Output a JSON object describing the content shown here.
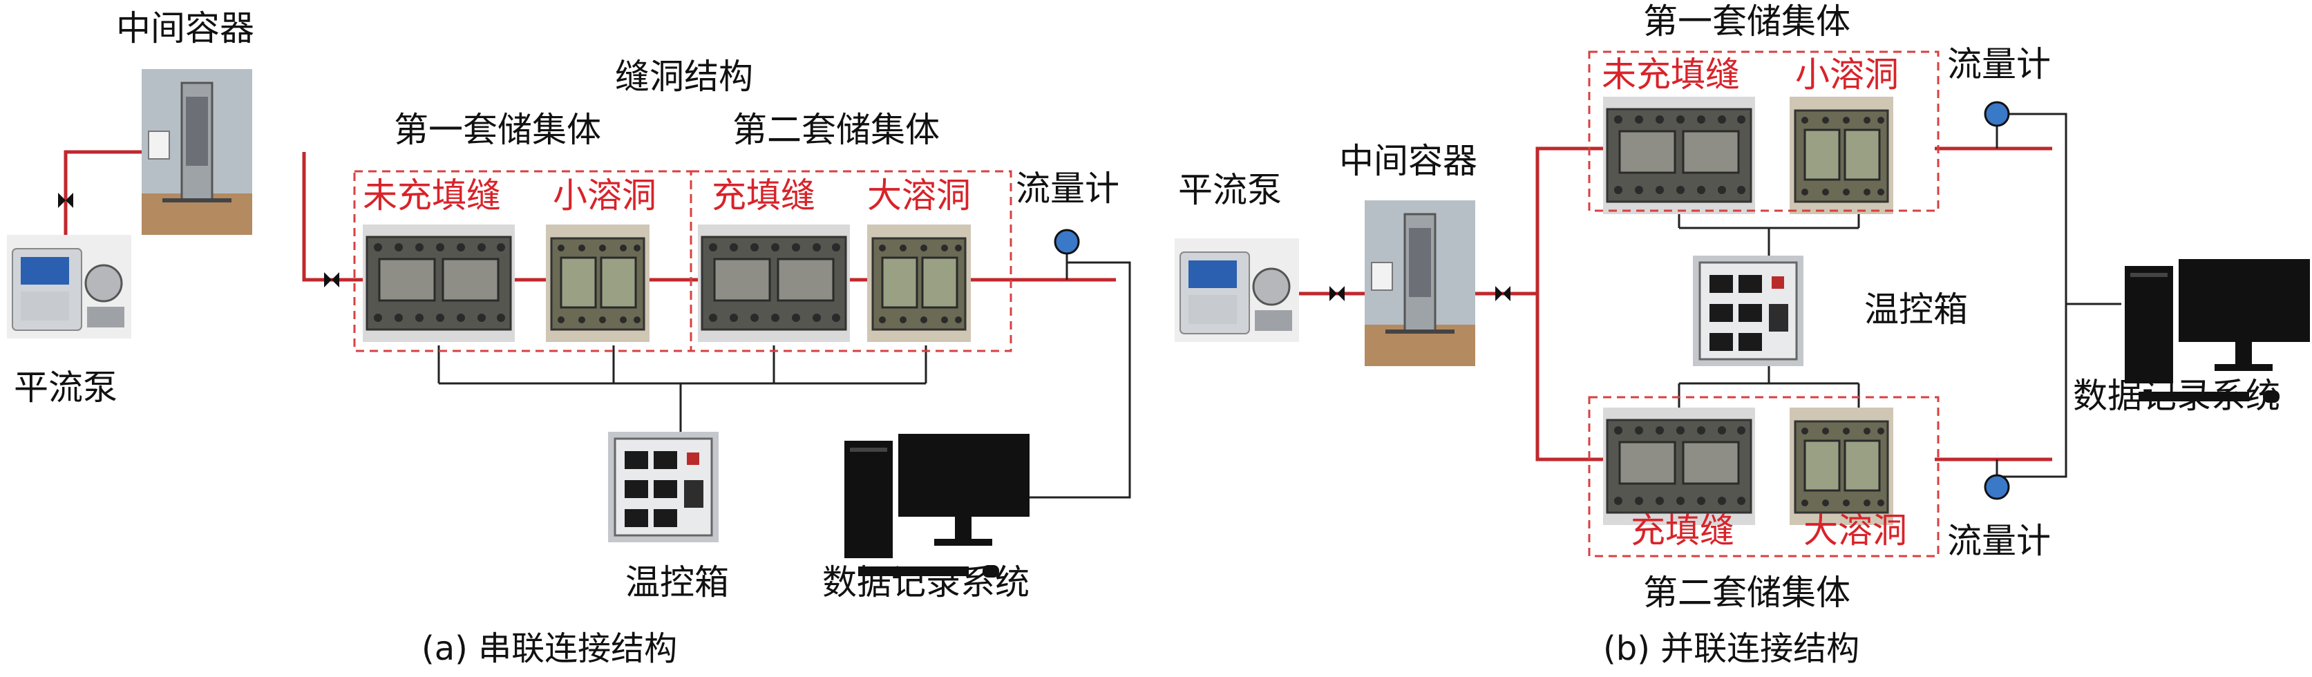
{
  "colors": {
    "pipe": "#c0282d",
    "wire": "#222222",
    "dashed_box": "#d84040",
    "red_text": "#d8232a",
    "flowmeter": "#3a78c8"
  },
  "panel_a": {
    "caption": "(a) 串联连接结构",
    "intermediate_container": "中间容器",
    "pump": "平流泵",
    "structure": "缝洞结构",
    "set1": "第一套储集体",
    "set2": "第二套储集体",
    "unfilled_fracture": "未充填缝",
    "small_cave": "小溶洞",
    "filled_fracture": "充填缝",
    "large_cave": "大溶洞",
    "flowmeter": "流量计",
    "temp_box": "温控箱",
    "data_system": "数据记录系统"
  },
  "panel_b": {
    "caption": "(b) 并联连接结构",
    "pump": "平流泵",
    "intermediate_container": "中间容器",
    "set1": "第一套储集体",
    "set2": "第二套储集体",
    "unfilled_fracture": "未充填缝",
    "small_cave": "小溶洞",
    "filled_fracture": "充填缝",
    "large_cave": "大溶洞",
    "flowmeter_top": "流量计",
    "flowmeter_bottom": "流量计",
    "temp_box": "温控箱",
    "data_system": "数据记录系统"
  }
}
